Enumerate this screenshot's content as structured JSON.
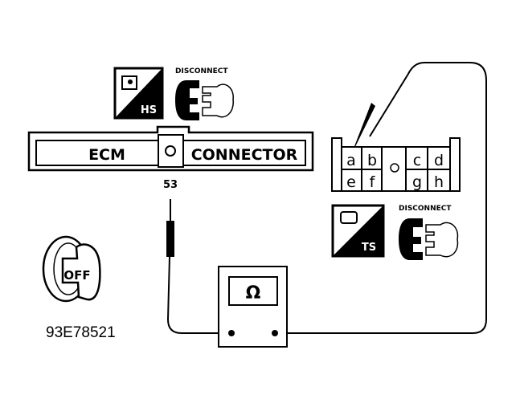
{
  "hs_icon": {
    "label": "HS"
  },
  "ts_icon": {
    "label": "TS"
  },
  "disconnect_top": "DISCONNECT",
  "disconnect_bottom": "DISCONNECT",
  "ecm_connector": {
    "left_label": "ECM",
    "right_label": "CONNECTOR",
    "pin": "53"
  },
  "harness_connector": {
    "pins_top": [
      "a",
      "b",
      "c",
      "d"
    ],
    "pins_bottom": [
      "e",
      "f",
      "g",
      "h"
    ]
  },
  "meter": {
    "symbol": "Ω"
  },
  "ignition_key": {
    "label": "OFF"
  },
  "figure_id": "93E78521"
}
